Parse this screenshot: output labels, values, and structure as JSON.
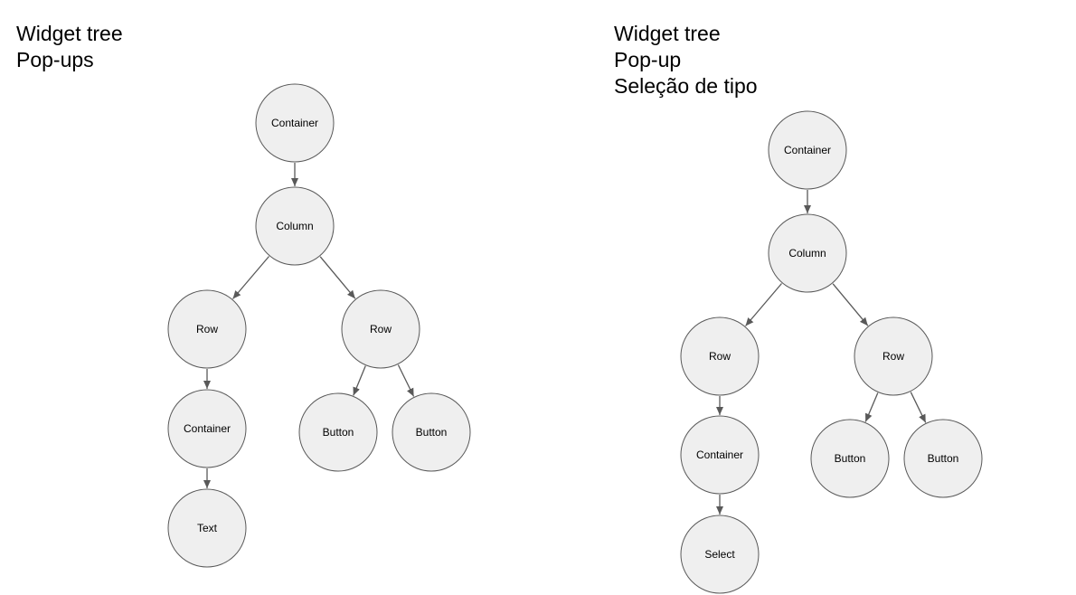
{
  "colors": {
    "node_fill": "#efefef",
    "node_stroke": "#595959",
    "edge": "#595959",
    "text": "#000000"
  },
  "diagrams": [
    {
      "title_lines": [
        "Widget tree",
        "Pop-ups"
      ],
      "nodes": [
        {
          "id": "container",
          "label": "Container"
        },
        {
          "id": "column",
          "label": "Column"
        },
        {
          "id": "row-left",
          "label": "Row"
        },
        {
          "id": "row-right",
          "label": "Row"
        },
        {
          "id": "inner-container",
          "label": "Container"
        },
        {
          "id": "button-left",
          "label": "Button"
        },
        {
          "id": "button-right",
          "label": "Button"
        },
        {
          "id": "leaf",
          "label": "Text"
        }
      ],
      "edges": [
        {
          "from": "container",
          "to": "column"
        },
        {
          "from": "column",
          "to": "row-left"
        },
        {
          "from": "column",
          "to": "row-right"
        },
        {
          "from": "row-left",
          "to": "inner-container"
        },
        {
          "from": "row-right",
          "to": "button-left"
        },
        {
          "from": "row-right",
          "to": "button-right"
        },
        {
          "from": "inner-container",
          "to": "leaf"
        }
      ]
    },
    {
      "title_lines": [
        "Widget tree",
        "Pop-up",
        "Seleção de tipo"
      ],
      "nodes": [
        {
          "id": "container",
          "label": "Container"
        },
        {
          "id": "column",
          "label": "Column"
        },
        {
          "id": "row-left",
          "label": "Row"
        },
        {
          "id": "row-right",
          "label": "Row"
        },
        {
          "id": "inner-container",
          "label": "Container"
        },
        {
          "id": "button-left",
          "label": "Button"
        },
        {
          "id": "button-right",
          "label": "Button"
        },
        {
          "id": "leaf",
          "label": "Select"
        }
      ],
      "edges": [
        {
          "from": "container",
          "to": "column"
        },
        {
          "from": "column",
          "to": "row-left"
        },
        {
          "from": "column",
          "to": "row-right"
        },
        {
          "from": "row-left",
          "to": "inner-container"
        },
        {
          "from": "row-right",
          "to": "button-left"
        },
        {
          "from": "row-right",
          "to": "button-right"
        },
        {
          "from": "inner-container",
          "to": "leaf"
        }
      ]
    }
  ]
}
